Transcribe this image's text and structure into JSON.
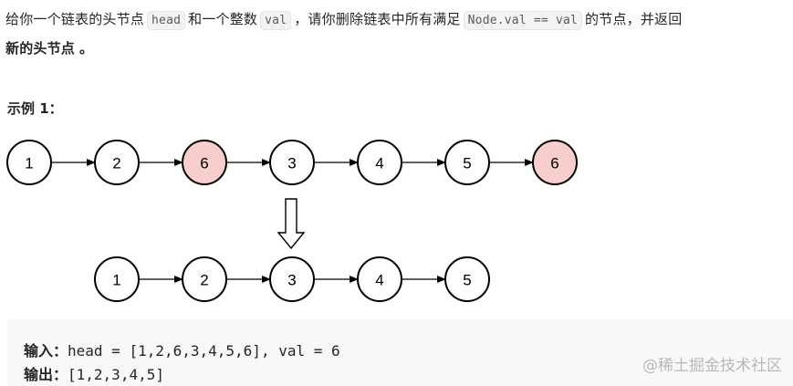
{
  "description": {
    "part1": "给你一个链表的头节点",
    "code_head": "head",
    "part2": "和一个整数",
    "code_val": "val",
    "part3": "，请你删除链表中所有满足",
    "code_condition": "Node.val == val",
    "part4": "的节点，并返回",
    "bold_text": "新的头节点",
    "end": "。"
  },
  "example": {
    "title": "示例 1：",
    "input_label": "输入：",
    "input_value": "head = [1,2,6,3,4,5,6], val = 6",
    "output_label": "输出：",
    "output_value": "[1,2,3,4,5]"
  },
  "diagram": {
    "before": [
      "1",
      "2",
      "6",
      "3",
      "4",
      "5",
      "6"
    ],
    "removed_value": "6",
    "after": [
      "1",
      "2",
      "3",
      "4",
      "5"
    ],
    "removed_fill": "#f8cecc",
    "arrow_icon": "down-arrow-icon"
  },
  "watermark": "@稀土掘金技术社区"
}
